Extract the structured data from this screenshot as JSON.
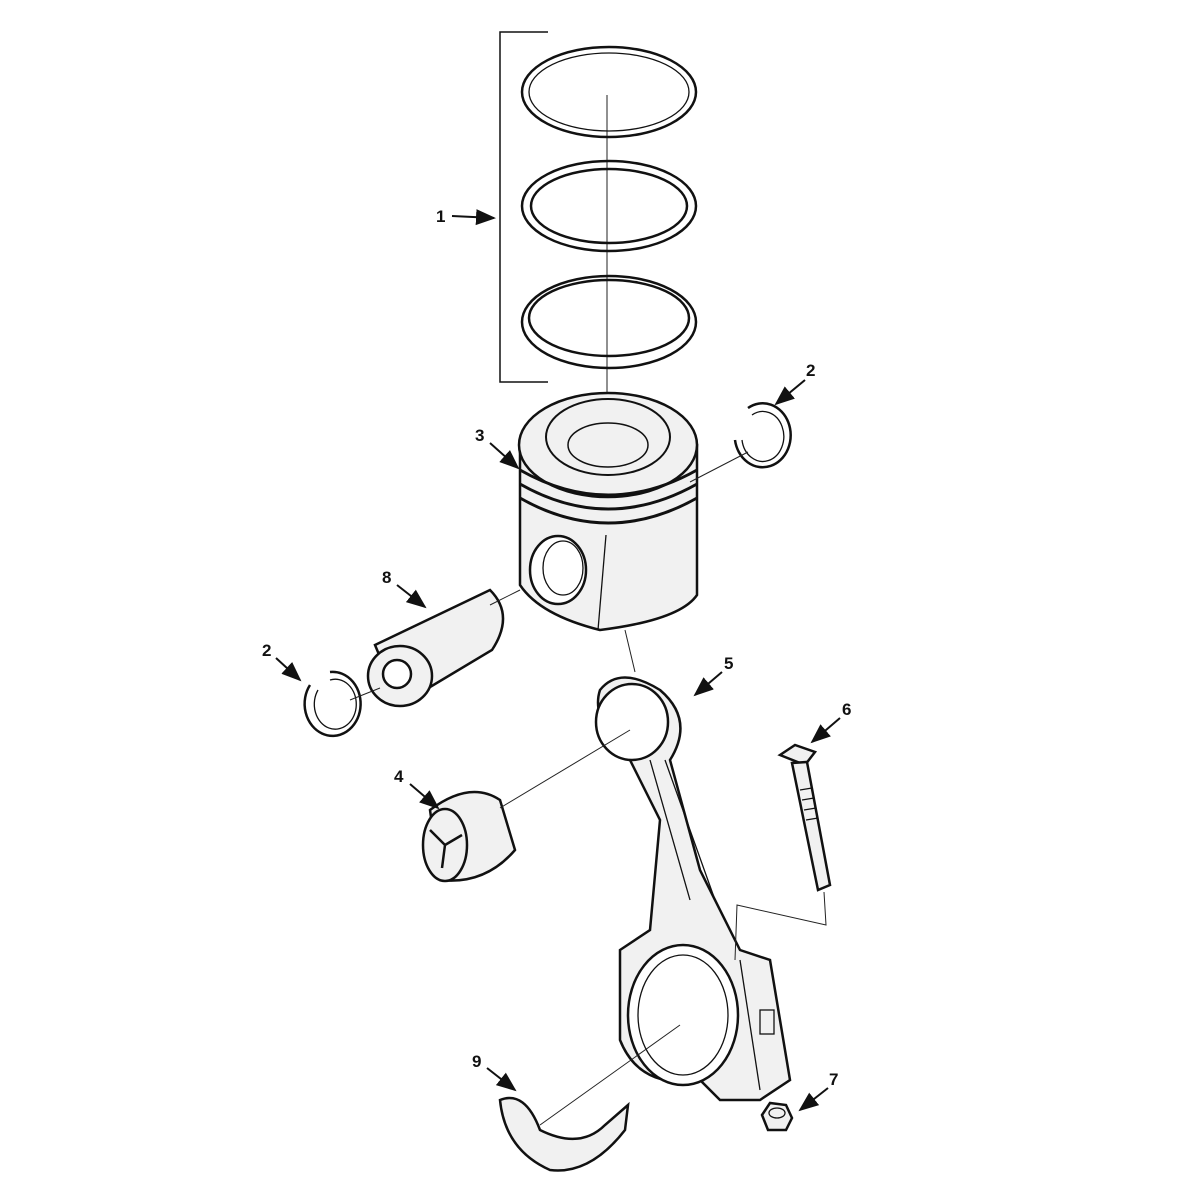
{
  "diagram": {
    "type": "exploded-parts-view",
    "callouts": [
      {
        "id": "1",
        "label": "1"
      },
      {
        "id": "2a",
        "label": "2"
      },
      {
        "id": "3",
        "label": "3"
      },
      {
        "id": "8",
        "label": "8"
      },
      {
        "id": "2b",
        "label": "2"
      },
      {
        "id": "5",
        "label": "5"
      },
      {
        "id": "6",
        "label": "6"
      },
      {
        "id": "4",
        "label": "4"
      },
      {
        "id": "9",
        "label": "9"
      },
      {
        "id": "7",
        "label": "7"
      }
    ]
  }
}
